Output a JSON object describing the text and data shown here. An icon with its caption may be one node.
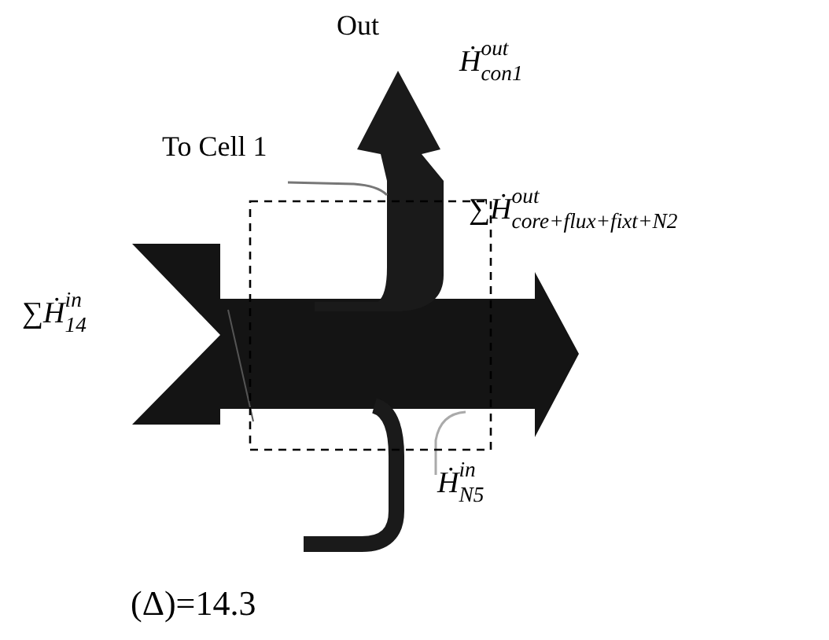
{
  "diagram": {
    "labels": [
      "Out",
      "Ḣ$^{out}$$_{con1}$",
      "To Cell 1",
      "∑Ḣ$^{out}$$_{core+flux+fixt+N2}$",
      "∑Ḣ$^{in}$$_{14}$",
      "Ḣ$^{in}$$_{N5}$",
      "(Δ)=14.3"
    ]
  }
}
